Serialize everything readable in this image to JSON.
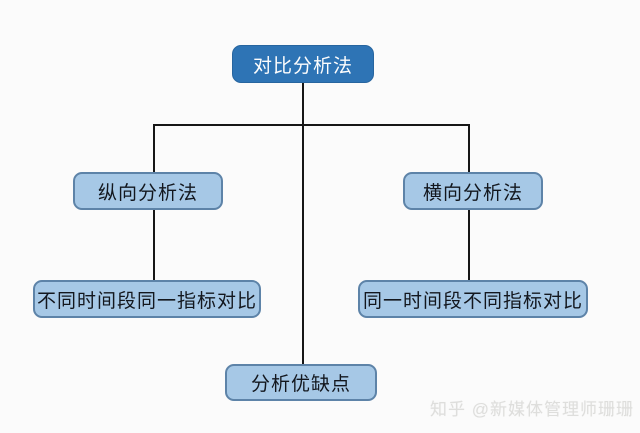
{
  "diagram": {
    "type": "flowchart",
    "nodes": {
      "root": {
        "label": "对比分析法"
      },
      "left_mid": {
        "label": "纵向分析法"
      },
      "right_mid": {
        "label": "横向分析法"
      },
      "left_leaf": {
        "label": "不同时间段同一指标对比"
      },
      "right_leaf": {
        "label": "同一时间段不同指标对比"
      },
      "bottom": {
        "label": "分析优缺点"
      }
    },
    "edges": [
      {
        "from": "对比分析法",
        "to": "纵向分析法"
      },
      {
        "from": "对比分析法",
        "to": "横向分析法"
      },
      {
        "from": "纵向分析法",
        "to": "不同时间段同一指标对比"
      },
      {
        "from": "横向分析法",
        "to": "同一时间段不同指标对比"
      },
      {
        "from": "对比分析法",
        "to": "分析优缺点"
      }
    ],
    "colors": {
      "root_fill": "#2e74b5",
      "root_text": "#fdfdfd",
      "branch_fill": "#a6c8e6",
      "branch_border": "#5d83a8",
      "branch_text": "#13171e",
      "connector_line": "#161616",
      "background": "#fbfbfb"
    }
  },
  "watermark": {
    "text": "知乎 @新媒体管理师珊珊"
  }
}
